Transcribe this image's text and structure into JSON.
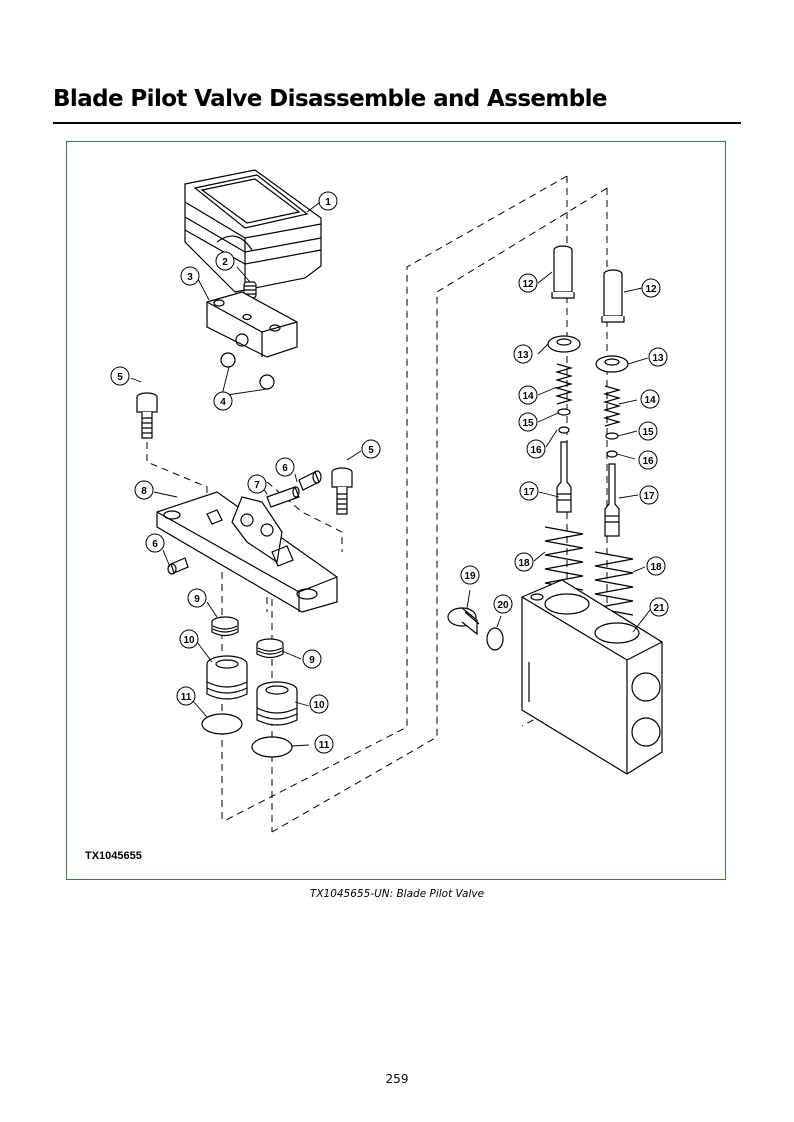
{
  "page": {
    "title": "Blade Pilot Valve Disassemble and Assemble",
    "page_number": "259"
  },
  "figure": {
    "figure_id": "TX1045655",
    "caption": "TX1045655-UN: Blade Pilot Valve",
    "callouts": [
      "1",
      "2",
      "3",
      "4",
      "5",
      "5",
      "6",
      "6",
      "7",
      "8",
      "9",
      "9",
      "10",
      "10",
      "11",
      "11",
      "12",
      "12",
      "13",
      "13",
      "14",
      "14",
      "15",
      "15",
      "16",
      "16",
      "17",
      "17",
      "18",
      "18",
      "19",
      "20",
      "21"
    ]
  }
}
